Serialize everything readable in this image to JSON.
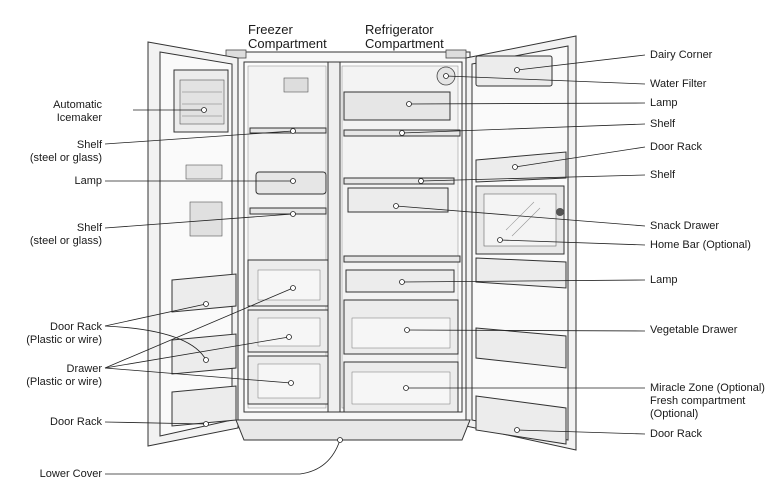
{
  "headers": {
    "freezer_line1": "Freezer",
    "freezer_line2": "Compartment",
    "fridge_line1": "Refrigerator",
    "fridge_line2": "Compartment"
  },
  "left_labels": {
    "icemaker_1": "Automatic",
    "icemaker_2": "Icemaker",
    "shelf1_1": "Shelf",
    "shelf1_2": "(steel or glass)",
    "lamp": "Lamp",
    "shelf2_1": "Shelf",
    "shelf2_2": "(steel or glass)",
    "doorrack1_1": "Door Rack",
    "doorrack1_2": "(Plastic or wire)",
    "drawer_1": "Drawer",
    "drawer_2": "(Plastic or wire)",
    "doorrack2": "Door Rack",
    "lowercover": "Lower Cover"
  },
  "right_labels": {
    "dairy": "Dairy Corner",
    "waterfilter": "Water Filter",
    "lamp1": "Lamp",
    "shelf1": "Shelf",
    "doorrack1": "Door Rack",
    "shelf2": "Shelf",
    "snack": "Snack Drawer",
    "homebar": "Home Bar (Optional)",
    "lamp2": "Lamp",
    "vegetable": "Vegetable Drawer",
    "miracle_1": "Miracle Zone (Optional)",
    "miracle_2": "Fresh compartment",
    "miracle_3": "(Optional)",
    "doorrack2": "Door Rack"
  }
}
